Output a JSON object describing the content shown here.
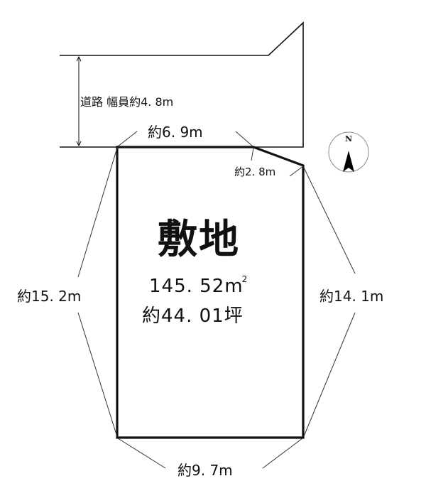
{
  "road": {
    "label": "道路",
    "width_label": "幅員約4.8m",
    "full_label": "道路  幅員約4. 8m"
  },
  "site": {
    "title": "敷地",
    "area_m2": "145. 52",
    "area_unit": "m",
    "area_unit_sup": "2",
    "area_tsubo": "約44. 01坪"
  },
  "dimensions": {
    "top": "約6. 9m",
    "corner": "約2. 8m",
    "left": "約15. 2m",
    "right": "約14. 1m",
    "bottom": "約9. 7m"
  },
  "compass": {
    "label": "N"
  },
  "colors": {
    "line": "#111111",
    "background": "#ffffff"
  }
}
